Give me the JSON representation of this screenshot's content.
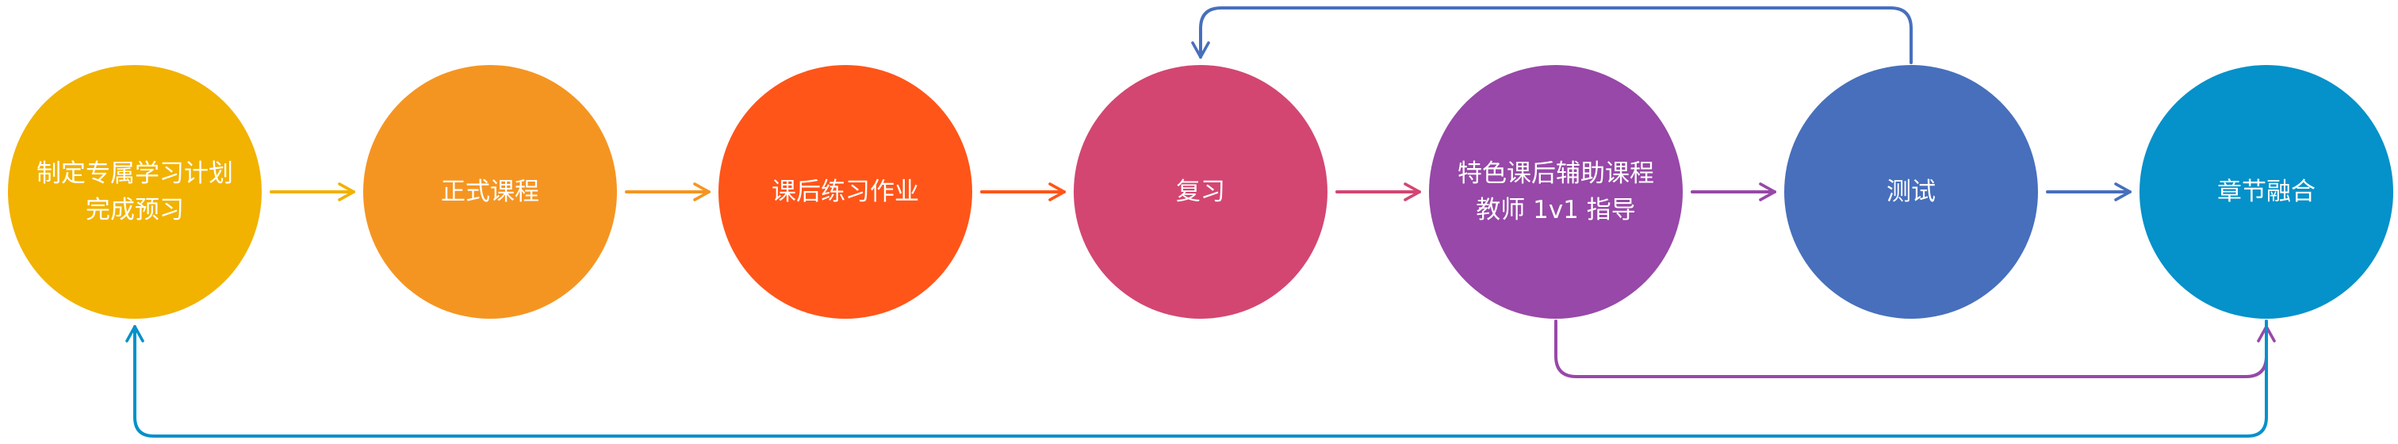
{
  "nodes": [
    {
      "id": "plan",
      "lines": [
        "制定专属学习计划",
        "完成预习"
      ],
      "color": "#F2B200"
    },
    {
      "id": "course",
      "lines": [
        "正式课程"
      ],
      "color": "#F59521"
    },
    {
      "id": "homework",
      "lines": [
        "课后练习作业"
      ],
      "color": "#FF5519"
    },
    {
      "id": "review",
      "lines": [
        "复习"
      ],
      "color": "#D34672"
    },
    {
      "id": "tutoring",
      "lines": [
        "特色课后辅助课程",
        "教师 1v1 指导"
      ],
      "color": "#9748A8"
    },
    {
      "id": "test",
      "lines": [
        "测试"
      ],
      "color": "#476FBC"
    },
    {
      "id": "fusion",
      "lines": [
        "章节融合"
      ],
      "color": "#0591C9"
    }
  ],
  "edges": [
    {
      "from": "plan",
      "to": "course",
      "color": "#F2B200"
    },
    {
      "from": "course",
      "to": "homework",
      "color": "#F59521"
    },
    {
      "from": "homework",
      "to": "review",
      "color": "#FF5519"
    },
    {
      "from": "review",
      "to": "tutoring",
      "color": "#D34672"
    },
    {
      "from": "tutoring",
      "to": "test",
      "color": "#9748A8"
    },
    {
      "from": "test",
      "to": "fusion",
      "color": "#476FBC"
    },
    {
      "from": "test",
      "to": "review",
      "color": "#476FBC",
      "route": "top"
    },
    {
      "from": "tutoring",
      "to": "fusion",
      "color": "#9748A8",
      "route": "bottom"
    },
    {
      "from": "fusion",
      "to": "plan",
      "color": "#0591C9",
      "route": "bottom-outer"
    }
  ]
}
